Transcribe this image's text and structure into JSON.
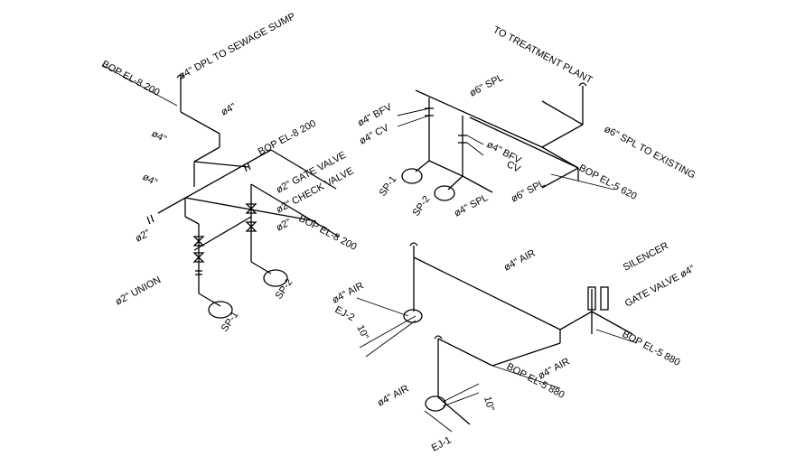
{
  "colors": {
    "background": "#ffffff",
    "line": "#000000"
  },
  "labels": {
    "bop_el_8_200_a": "BOP EL-8 200",
    "dpl_to_sump": "ø4\" DPL TO SEWAGE SUMP",
    "d4_a": "ø4\"",
    "d4_b": "ø4\"",
    "d4_c": "ø4\"",
    "bop_el_8_200_b": "BOP EL-8 200",
    "gate_valve_2": "ø2\" GATE VALVE",
    "check_valve_2": "ø2\" CHECK VALVE",
    "d2_a": "ø2\"",
    "bop_el_8_200_c": "BOP EL-8 200",
    "d2_b": "ø2\"",
    "union_2": "ø2\" UNION",
    "sp1": "SP-1",
    "sp2": "SP-2",
    "treatment_plant": "TO TREATMENT PLANT",
    "spl_6_a": "ø6\" SPL",
    "bfv_4_a": "ø4\" BFV",
    "cv_4_a": "ø4\" CV",
    "spl_to_existing": "ø6\" SPL TO EXISTING",
    "bfv_4_b": "ø4\" BFV",
    "cv_4_b": "CV",
    "sp1_b": "SP-1",
    "sp2_b": "SP-2",
    "spl_4": "ø4\" SPL",
    "spl_6_b": "ø6\" SPL",
    "bop_el_5_620": "BOP EL-5 620",
    "air_4_a": "ø4\" AIR",
    "air_4_b": "ø4\" AIR",
    "ej2": "EJ-2",
    "dim_10_a": "10\"",
    "silencer": "SILENCER",
    "gate_valve_4": "GATE VALVE ø4\"",
    "bop_el_5_880_a": "BOP EL-5 880",
    "bop_el_5_880_b": "BOP EL-5 880",
    "air_4_c": "ø4\" AIR",
    "air_4_d": "ø4\" AIR",
    "dim_10_b": "10\"",
    "ej1": "EJ-1"
  }
}
